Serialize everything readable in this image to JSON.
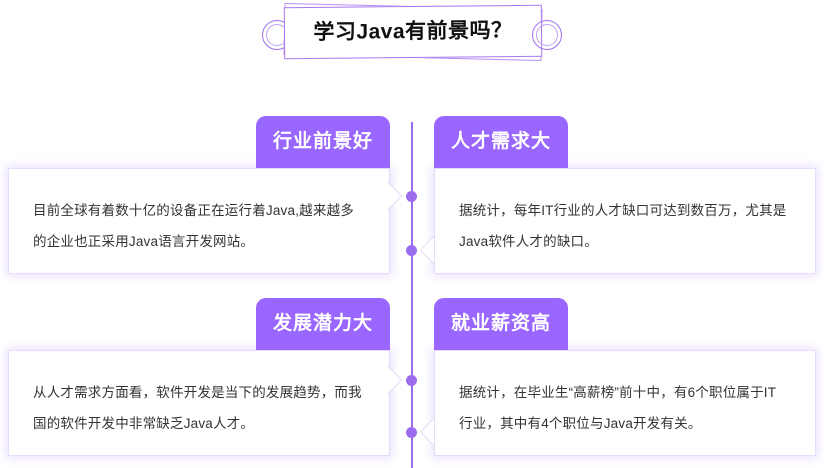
{
  "title": {
    "text": "学习Java有前景吗？",
    "left_ring_icon": "circle-ring-icon",
    "right_ring_icon": "circle-ring-icon"
  },
  "theme": {
    "badge_purple": "#9966FF",
    "accent_purple": "#9B6BF0",
    "frame_purple": "#A878F0",
    "card_border": "#E6DBFB",
    "body_text": "#333333",
    "background": "#FFFFFF"
  },
  "connector": {
    "dot_count": 4,
    "dot_color": "#9B6BF0",
    "line_color": "#9B6BF0"
  },
  "cards": [
    {
      "id": "card-1",
      "badge": "行业前景好",
      "body": "目前全球有着数十亿的设备正在运行着Java,越来越多的企业也正采用Java语言开发网站。",
      "side": "left"
    },
    {
      "id": "card-2",
      "badge": "人才需求大",
      "body": "据统计，每年IT行业的人才缺口可达到数百万，尤其是Java软件人才的缺口。",
      "side": "right"
    },
    {
      "id": "card-3",
      "badge": "发展潜力大",
      "body": "从人才需求方面看，软件开发是当下的发展趋势，而我国的软件开发中非常缺乏Java人才。",
      "side": "left"
    },
    {
      "id": "card-4",
      "badge": "就业薪资高",
      "body": "据统计，在毕业生“高薪榜”前十中，有6个职位属于IT行业，其中有4个职位与Java开发有关。",
      "side": "right"
    }
  ]
}
